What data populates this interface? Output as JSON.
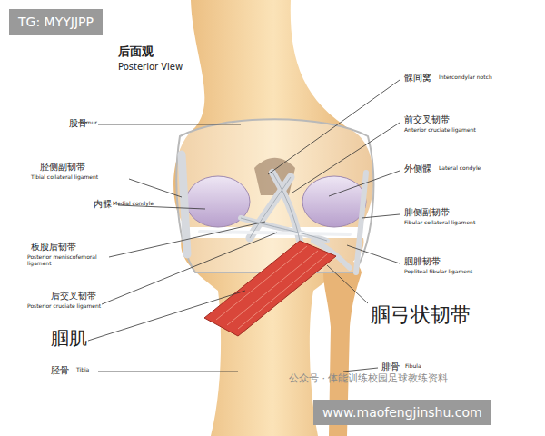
{
  "diagram": {
    "title": "后面观",
    "labels": [
      "TG: MYYJJPP",
      "Posterior View",
      "股骨",
      "Femur",
      "胫侧副韧带",
      "Tibial collateral ligament",
      "内髁",
      "Medial condyle",
      "板股后韧带",
      "Posterior meniscofemoral ligament",
      "后交叉韧带",
      "Posterior cruciate ligament",
      "腘肌",
      "胫骨",
      "Tibia",
      "髁间窝",
      "Intercondylar notch",
      "前交叉韧带",
      "Anterior cruciate ligament",
      "外侧髁",
      "Lateral condyle",
      "腓侧副韧带",
      "Fibular collateral ligament",
      "腘腓韧带",
      "Popliteal fibular ligament",
      "腘弓状韧带",
      "腓骨",
      "Fibula",
      "公众号 · 体能训练校园足球教练资料",
      "www.maofengjinshu.com"
    ]
  }
}
